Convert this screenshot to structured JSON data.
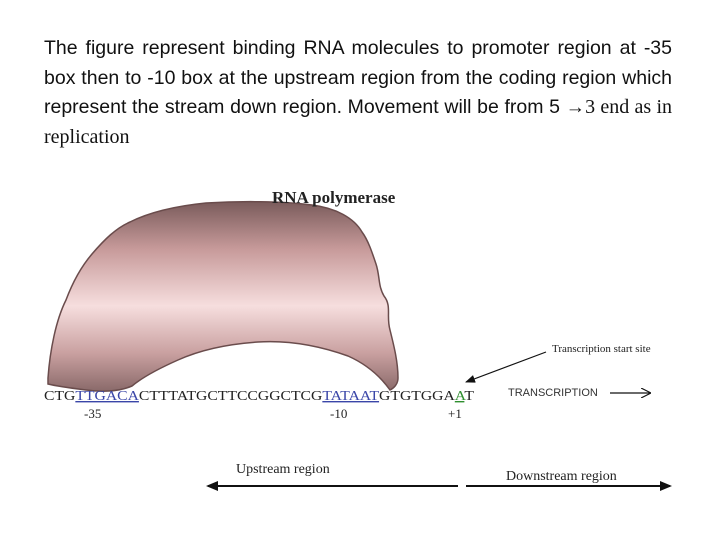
{
  "caption": {
    "part1": "The figure represent binding RNA molecules to promoter region at -35 box then to -10 box at the upstream region from the coding region which represent the  stream down region. Movement will be from 5 ",
    "arrow": "→",
    "part2": "3 end as in replication"
  },
  "diagram": {
    "polymerase_label": "RNA polymerase",
    "start_site_label": "Transcription start site",
    "transcription_label": "TRANSCRIPTION",
    "sequence": {
      "seg1": "CTG",
      "box35": "TTGACA",
      "seg2": "CTTTATGCTTCCGGCTCG",
      "box10": "TATAAT",
      "seg3": "GTGTGGA",
      "start": "A",
      "seg4": "T"
    },
    "marker_35": "-35",
    "marker_10": "-10",
    "marker_1": "+1",
    "upstream_label": "Upstream region",
    "downstream_label": "Downstream region",
    "colors": {
      "box_color": "#3a46a8",
      "start_color": "#2f8f2f",
      "blob_light": "#f6dede",
      "blob_dark": "#7a5b5b"
    }
  }
}
